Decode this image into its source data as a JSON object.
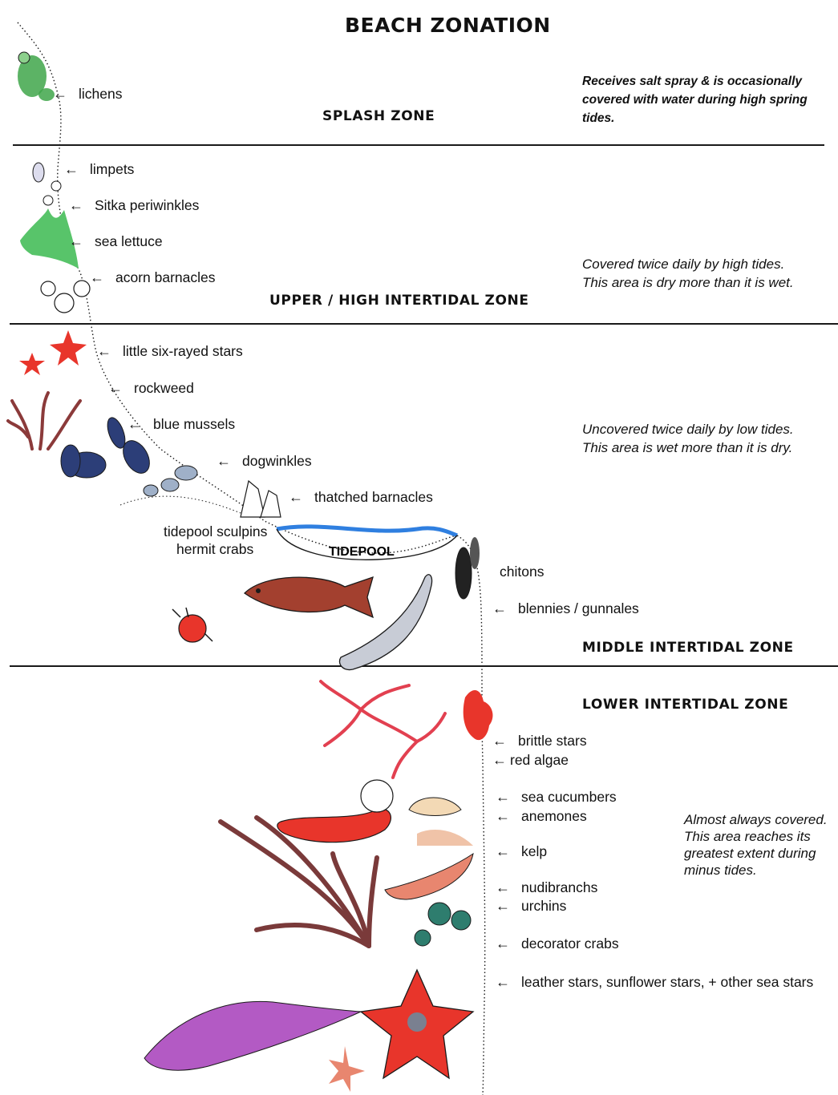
{
  "title": "BEACH ZONATION",
  "zones": {
    "splash": {
      "name": "SPLASH ZONE",
      "description": "Receives salt spray & is occasionally covered with water during high spring tides."
    },
    "upper": {
      "name": "UPPER / HIGH INTERTIDAL ZONE",
      "description": "Covered twice daily by high tides. This area is dry more than it is wet."
    },
    "middle": {
      "name": "MIDDLE INTERTIDAL ZONE",
      "description": "Uncovered twice daily by low tides. This area is wet more than it is dry."
    },
    "lower": {
      "name": "LOWER INTERTIDAL ZONE",
      "description": "Almost always covered. This area reaches its greatest extent during minus tides."
    }
  },
  "tidepool_label": "TIDEPOOL",
  "arrow_glyph": "←",
  "labels": {
    "lichens": "lichens",
    "limpets": "limpets",
    "sitka_periwinkles": "Sitka periwinkles",
    "sea_lettuce": "sea lettuce",
    "acorn_barnacles": "acorn barnacles",
    "little_six_rayed_stars": "little six-rayed stars",
    "rockweed": "rockweed",
    "blue_mussels": "blue mussels",
    "dogwinkles": "dogwinkles",
    "thatched_barnacles": "thatched barnacles",
    "tidepool_sculpins": "tidepool sculpins",
    "hermit_crabs": "hermit crabs",
    "chitons": "chitons",
    "blennies_gunnales": "blennies / gunnales",
    "brittle_stars": "brittle stars",
    "red_algae": "red algae",
    "sea_cucumbers": "sea cucumbers",
    "anemones": "anemones",
    "kelp": "kelp",
    "nudibranchs": "nudibranchs",
    "urchins": "urchins",
    "decorator_crabs": "decorator crabs",
    "sea_stars": "leather stars, sunflower stars, + other sea stars"
  },
  "colors": {
    "ink": "#1a1a1a",
    "lichen_green": "#3fa64a",
    "sea_lettuce": "#58c46a",
    "red_star": "#e8352b",
    "mussel_blue": "#2c3e78",
    "tidepool_water": "#2f7fe0",
    "kelp_brown": "#7a3a3a",
    "purple_star": "#b35ac4"
  }
}
